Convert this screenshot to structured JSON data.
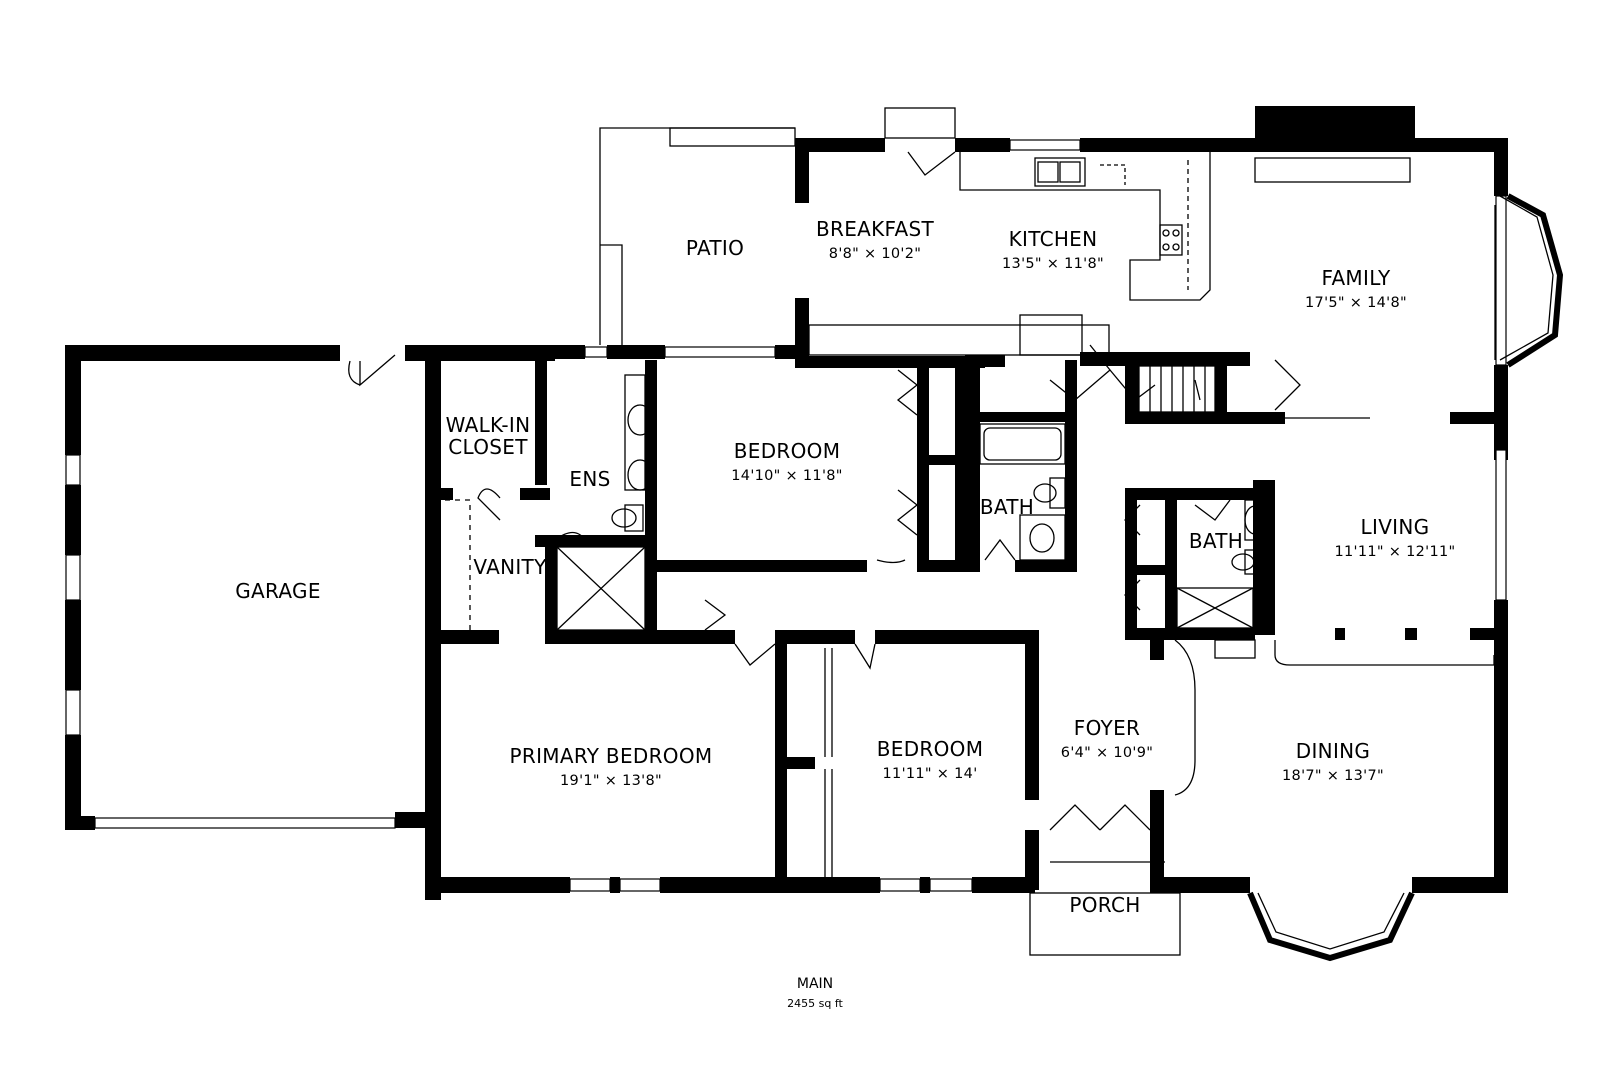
{
  "plan": {
    "level_name": "MAIN",
    "total_area": "2455 sq ft"
  },
  "rooms": {
    "garage": {
      "name": "GARAGE"
    },
    "patio": {
      "name": "PATIO"
    },
    "breakfast": {
      "name": "BREAKFAST",
      "size": "8'8\" × 10'2\""
    },
    "kitchen": {
      "name": "KITCHEN",
      "size": "13'5\" × 11'8\""
    },
    "family": {
      "name": "FAMILY",
      "size": "17'5\" × 14'8\""
    },
    "walkin": {
      "name1": "WALK-IN",
      "name2": "CLOSET"
    },
    "ens": {
      "name": "ENS"
    },
    "vanity": {
      "name": "VANITY"
    },
    "bedroom2": {
      "name": "BEDROOM",
      "size": "14'10\" × 11'8\""
    },
    "bath1": {
      "name": "BATH"
    },
    "bath2": {
      "name": "BATH"
    },
    "living": {
      "name": "LIVING",
      "size": "11'11\" × 12'11\""
    },
    "primary_bedroom": {
      "name": "PRIMARY BEDROOM",
      "size": "19'1\" × 13'8\""
    },
    "bedroom3": {
      "name": "BEDROOM",
      "size": "11'11\" × 14'"
    },
    "foyer": {
      "name": "FOYER",
      "size": "6'4\" × 10'9\""
    },
    "dining": {
      "name": "DINING",
      "size": "18'7\" × 13'7\""
    },
    "porch": {
      "name": "PORCH"
    }
  }
}
